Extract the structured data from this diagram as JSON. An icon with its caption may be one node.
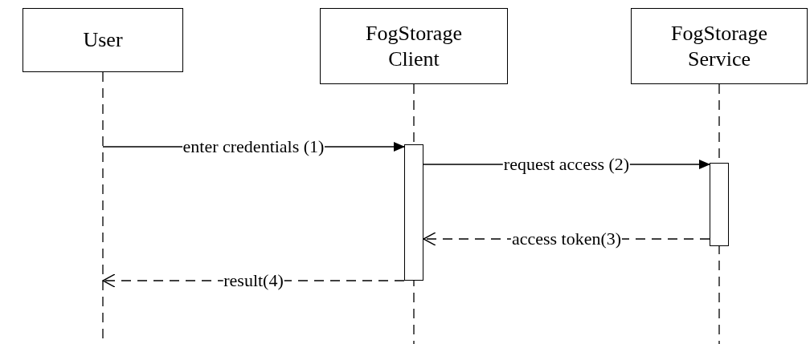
{
  "diagram": {
    "nodes": [
      {
        "text": [
          "User"
        ]
      },
      {
        "text": [
          "FogStorage Client"
        ]
      },
      {
        "text": [
          "FogStorage Service"
        ]
      },
      {
        "text": [],
        "shape": "bar",
        "in": 1
      },
      {
        "text": [],
        "shape": "bar",
        "in": 2
      }
    ],
    "edges": [
      {
        "from": 0,
        "to": 3,
        "arrow": "to",
        "label": "enter credentials (1)"
      },
      {
        "from": 3,
        "to": 4,
        "arrow": "to",
        "label": "request access (2)"
      },
      {
        "from": 4,
        "to": 3,
        "arrow": "to",
        "label": "access token(3)",
        "style": "dashed"
      },
      {
        "from": 3,
        "to": 0,
        "arrow": "to",
        "label": "result(4)",
        "style": "dashed"
      }
    ]
  }
}
